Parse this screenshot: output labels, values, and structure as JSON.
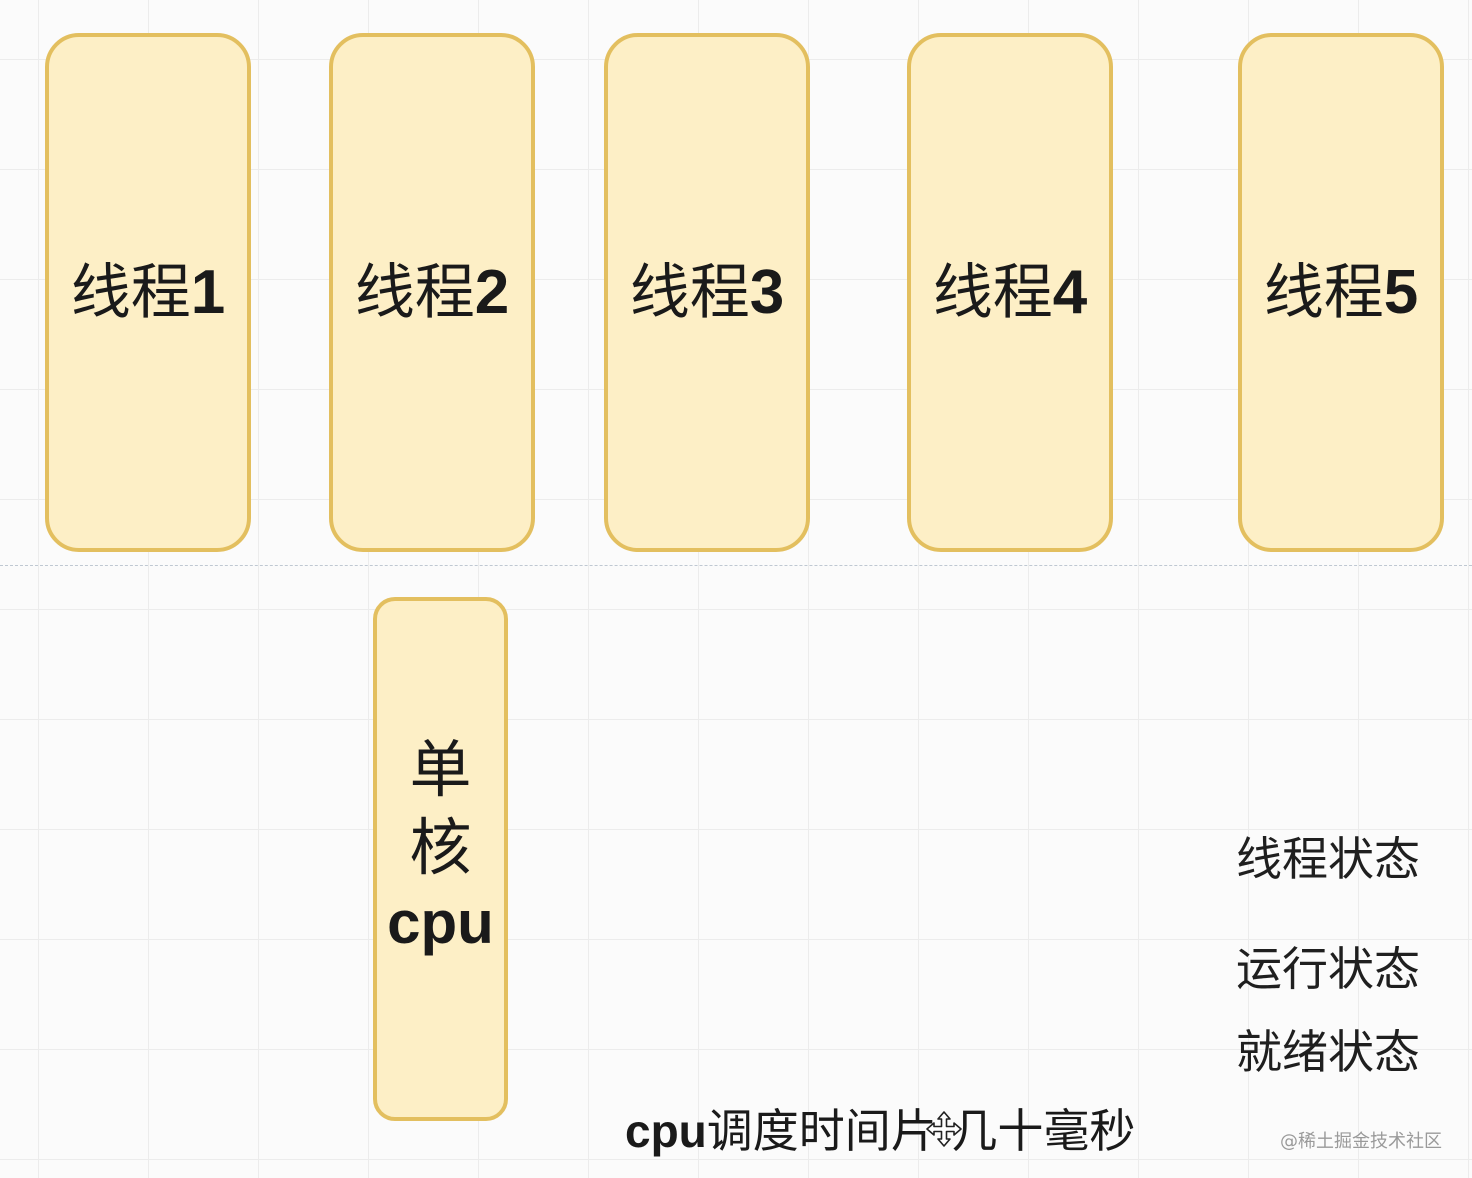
{
  "threads": [
    {
      "label": "线程",
      "number": "1"
    },
    {
      "label": "线程",
      "number": "2"
    },
    {
      "label": "线程",
      "number": "3"
    },
    {
      "label": "线程",
      "number": "4"
    },
    {
      "label": "线程",
      "number": "5"
    }
  ],
  "cpu": {
    "char1": "单",
    "char2": "核",
    "word": "cpu"
  },
  "states": {
    "heading": "线程状态",
    "running": "运行状态",
    "ready": "就绪状态"
  },
  "caption": {
    "cpu": "cpu",
    "rest": "调度时间片 几十毫秒"
  },
  "watermark": "@稀土掘金技术社区",
  "colors": {
    "box_fill": "#fdefc6",
    "box_border": "#e3bf5f"
  }
}
